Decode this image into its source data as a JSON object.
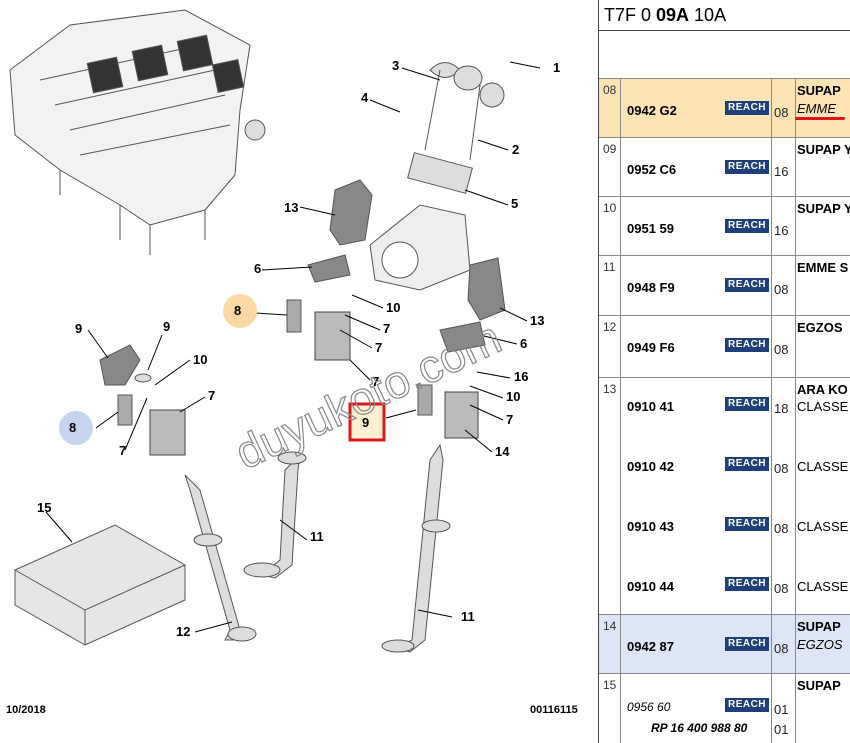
{
  "header": {
    "prefix": "T7F 0 ",
    "code": "09A",
    "suffix": " 10A"
  },
  "footer": {
    "date": "10/2018",
    "ref": "00116115"
  },
  "watermark": "duyukoto.com",
  "reach_label": "REACH",
  "diagram_labels": [
    "1",
    "2",
    "3",
    "4",
    "5",
    "13",
    "6",
    "8",
    "10",
    "7",
    "7",
    "13",
    "6",
    "16",
    "10",
    "7",
    "9",
    "9",
    "10",
    "7",
    "7",
    "14",
    "7",
    "8",
    "9",
    "15",
    "11",
    "12",
    "11"
  ],
  "rows": [
    {
      "num": "08",
      "parts": [
        {
          "pn": "0942 G2",
          "qty": "08"
        }
      ],
      "desc1": "SUPAP",
      "desc2": "EMME",
      "desc2_italic": true
    },
    {
      "num": "09",
      "parts": [
        {
          "pn": "0952 C6",
          "qty": "16"
        }
      ],
      "desc1": "SUPAP Y",
      "desc2": ""
    },
    {
      "num": "10",
      "parts": [
        {
          "pn": "0951 59",
          "qty": "16"
        }
      ],
      "desc1": "SUPAP Y",
      "desc2": ""
    },
    {
      "num": "11",
      "parts": [
        {
          "pn": "0948 F9",
          "qty": "08"
        }
      ],
      "desc1": "EMME S",
      "desc2": ""
    },
    {
      "num": "12",
      "parts": [
        {
          "pn": "0949 F6",
          "qty": "08"
        }
      ],
      "desc1": "EGZOS",
      "desc2": ""
    },
    {
      "num": "13",
      "parts": [
        {
          "pn": "0910 41",
          "qty": "18",
          "d": "CLASSE"
        },
        {
          "pn": "0910 42",
          "qty": "08",
          "d": "CLASSE"
        },
        {
          "pn": "0910 43",
          "qty": "08",
          "d": "CLASSE"
        },
        {
          "pn": "0910 44",
          "qty": "08",
          "d": "CLASSE"
        }
      ],
      "desc1": "ARA KO",
      "desc2": ""
    },
    {
      "num": "14",
      "parts": [
        {
          "pn": "0942 87",
          "qty": "08"
        }
      ],
      "desc1": "SUPAP",
      "desc2": "EGZOS",
      "desc2_italic": true
    },
    {
      "num": "15",
      "parts": [
        {
          "pn": "0956 60",
          "qty": "01"
        }
      ],
      "desc1": "SUPAP",
      "desc2": "",
      "rp": "RP 16 400 988 80",
      "rp_qty": "01"
    }
  ]
}
